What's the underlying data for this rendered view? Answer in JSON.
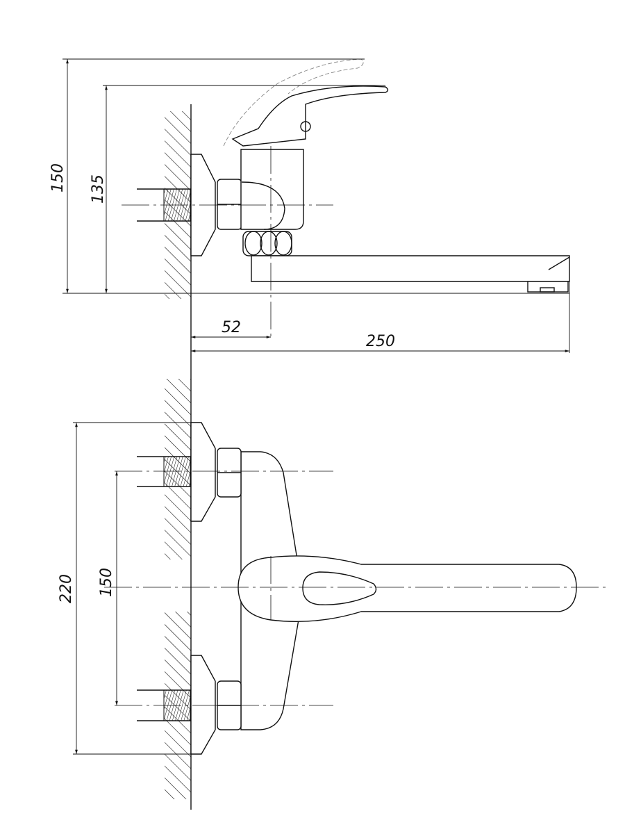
{
  "drawing": {
    "side_view": {
      "dim_total_height": "150",
      "dim_spout_height": "135",
      "dim_axis_offset": "52",
      "dim_spout_reach": "250"
    },
    "front_view": {
      "dim_flange_span": "220",
      "dim_inlet_spacing": "150"
    }
  }
}
